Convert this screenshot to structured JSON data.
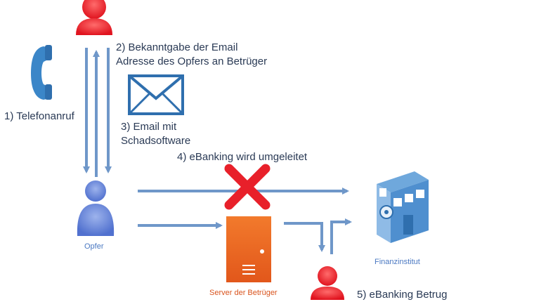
{
  "labels": {
    "step1": "1) Telefonanruf",
    "step2_line1": "2) Bekanntgabe der Email",
    "step2_line2": "Adresse des Opfers an Betrüger",
    "step3_line1": "3) Email mit",
    "step3_line2": "Schadsoftware",
    "step4": "4) eBanking wird umgeleitet",
    "step5": "5) eBanking Betrug",
    "victim": "Opfer",
    "server": "Server der Betrüger",
    "bank": "Finanzinstitut"
  },
  "icons": {
    "attacker_top": "attacker-person-icon",
    "attacker_bottom": "attacker-person-icon",
    "victim": "victim-person-icon",
    "phone": "telephone-icon",
    "email": "envelope-icon",
    "blocked": "red-x-icon",
    "server": "server-icon",
    "bank": "bank-building-icon"
  },
  "colors": {
    "attacker": "#e8202a",
    "victim": "#5b7fd6",
    "arrow": "#6f97c9",
    "server": "#e8641e",
    "label": "#2a3a55"
  }
}
